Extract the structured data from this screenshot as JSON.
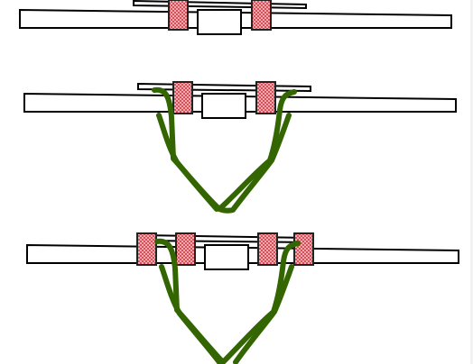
{
  "diagram": {
    "panels": [
      {
        "stage": 1,
        "clamp_count": 2,
        "has_loop": false
      },
      {
        "stage": 2,
        "clamp_count": 2,
        "has_loop": true
      },
      {
        "stage": 3,
        "clamp_count": 4,
        "has_loop": true
      }
    ]
  },
  "colors": {
    "bar_stroke": "#000000",
    "bar_fill": "#ffffff",
    "clamp_fill": "#f2b8bc",
    "clamp_hatch": "#d9232e",
    "clamp_stroke": "#222222",
    "loop": "#336600"
  }
}
